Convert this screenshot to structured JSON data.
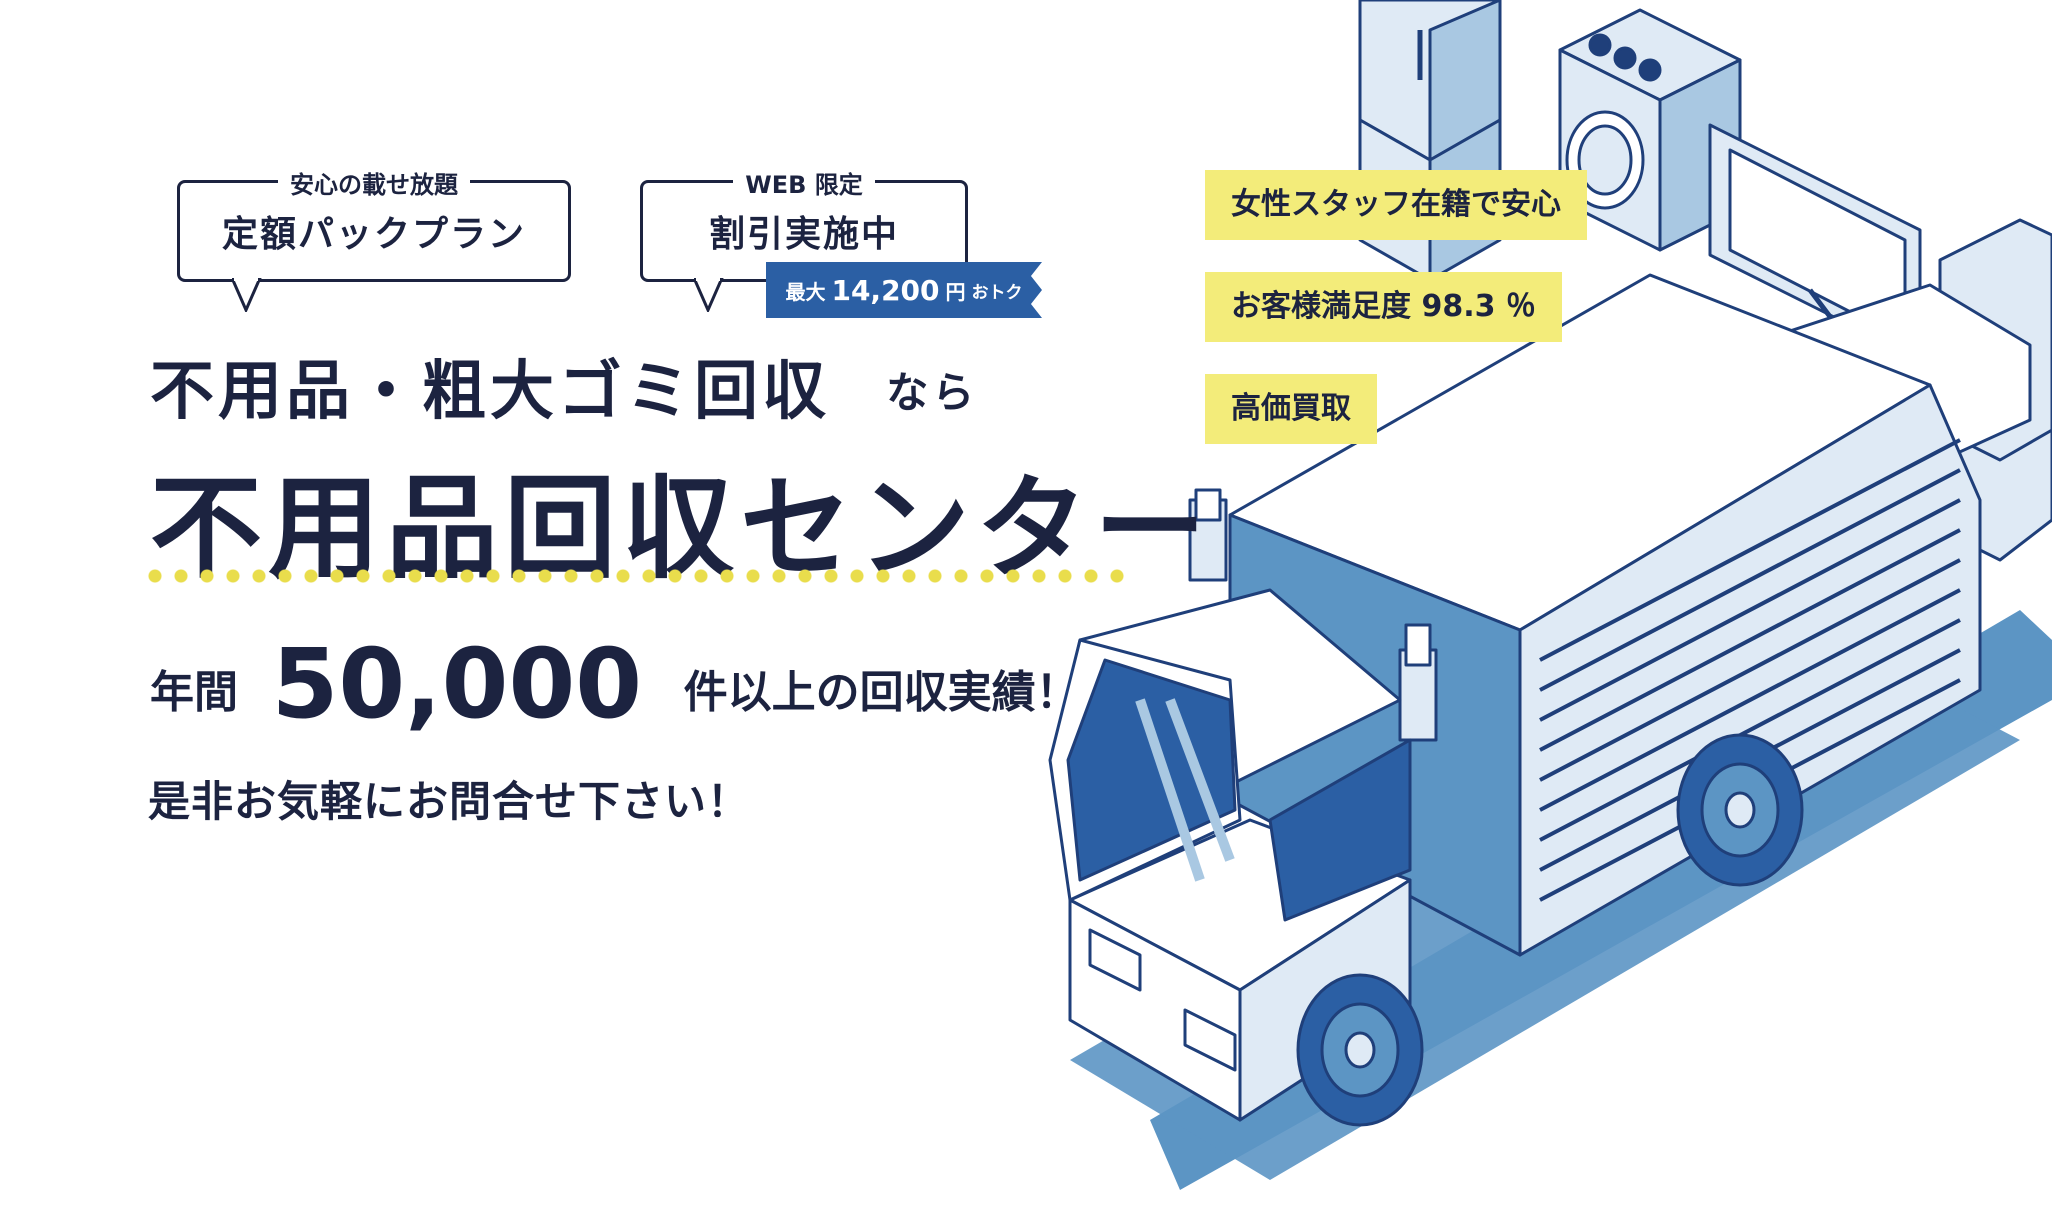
{
  "badges": [
    {
      "caption": "安心の載せ放題",
      "label": "定額パックプラン"
    },
    {
      "caption": "WEB 限定",
      "label": "割引実施中"
    }
  ],
  "ribbon": {
    "prefix": "最大",
    "amount": "14,200",
    "unit": "円",
    "suffix": "おトク"
  },
  "headline": {
    "line1": "不用品・粗大ゴミ回収",
    "line1_suffix": "なら",
    "title": "不用品回収センター"
  },
  "stats": {
    "prefix": "年間",
    "number": "50,000",
    "suffix": "件以上の回収実績！"
  },
  "cta": "是非お気軽にお問合せ下さい！",
  "tags": [
    "女性スタッフ在籍で安心",
    "お客様満足度 98.3 ％",
    "高価買取"
  ],
  "colors": {
    "navy": "#1c2340",
    "accent_blue": "#2b5fa4",
    "yellow": "#f3ec7a",
    "light_blue": "#dfeaf5",
    "mid_blue": "#5c95c4"
  }
}
